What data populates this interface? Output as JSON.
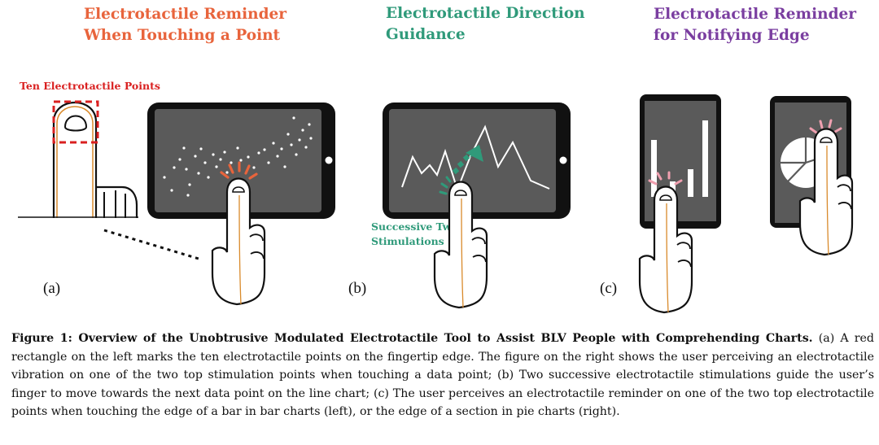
{
  "panel_a": {
    "title": "Electrotactile Reminder\nWhen Touching a Point",
    "annotation": "Ten Electrotactile Points",
    "label": "(a)"
  },
  "panel_b": {
    "title": "Electrotactile Direction\nGuidance",
    "annotation": "Successive Two\nStimulations",
    "label": "(b)"
  },
  "panel_c": {
    "title": "Electrotactile Reminder\nfor Notifying Edge",
    "label": "(c)"
  },
  "colors": {
    "panel_a_accent": "#e8643c",
    "panel_b_accent": "#2f9a7a",
    "panel_c_accent": "#7a3ea0",
    "annotation_red": "#d92020",
    "stimulation_pink": "#f0a0b0",
    "finger_outline": "#d98a2b",
    "screen": "#5a5a5a"
  },
  "caption": {
    "heading": "Figure 1: Overview of the Unobtrusive Modulated Electrotactile Tool to Assist BLV People with Comprehending Charts.",
    "body": "(a) A red rectangle on the left marks the ten electrotactile points on the fingertip edge. The figure on the right shows the user perceiving an electrotactile vibration on one of the two top stimulation points when touching a data point; (b) Two successive electrotactile stimulations guide the user’s finger to move towards the next data point on the line chart; (c) The user perceives an electrotactile reminder on one of the two top electrotactile points when touching the edge of a bar in bar charts (left), or the edge of a section in pie charts (right)."
  }
}
